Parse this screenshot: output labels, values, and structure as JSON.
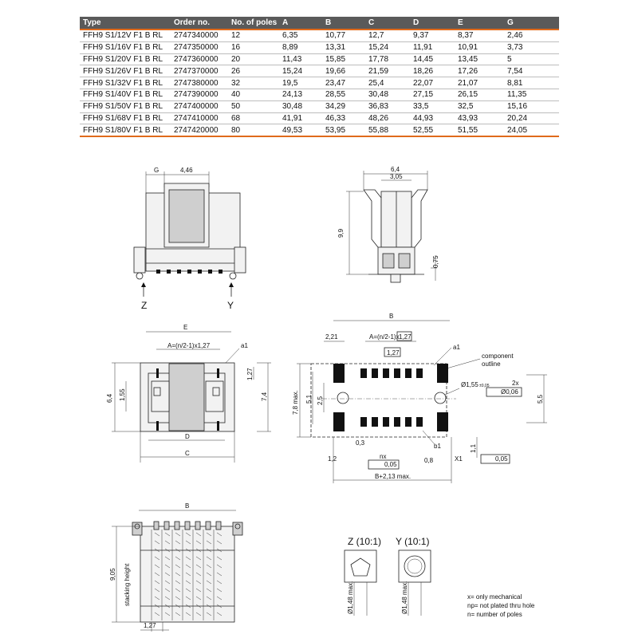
{
  "table": {
    "headers": [
      "Type",
      "Order no.",
      "No. of poles",
      "A",
      "B",
      "C",
      "D",
      "E",
      "G"
    ],
    "rows": [
      [
        "FFH9 S1/12V F1 B RL",
        "2747340000",
        "12",
        "6,35",
        "10,77",
        "12,7",
        "9,37",
        "8,37",
        "2,46"
      ],
      [
        "FFH9 S1/16V F1 B RL",
        "2747350000",
        "16",
        "8,89",
        "13,31",
        "15,24",
        "11,91",
        "10,91",
        "3,73"
      ],
      [
        "FFH9 S1/20V F1 B RL",
        "2747360000",
        "20",
        "11,43",
        "15,85",
        "17,78",
        "14,45",
        "13,45",
        "5"
      ],
      [
        "FFH9 S1/26V F1 B RL",
        "2747370000",
        "26",
        "15,24",
        "19,66",
        "21,59",
        "18,26",
        "17,26",
        "7,54"
      ],
      [
        "FFH9 S1/32V F1 B RL",
        "2747380000",
        "32",
        "19,5",
        "23,47",
        "25,4",
        "22,07",
        "21,07",
        "8,81"
      ],
      [
        "FFH9 S1/40V F1 B RL",
        "2747390000",
        "40",
        "24,13",
        "28,55",
        "30,48",
        "27,15",
        "26,15",
        "11,35"
      ],
      [
        "FFH9 S1/50V F1 B RL",
        "2747400000",
        "50",
        "30,48",
        "34,29",
        "36,83",
        "33,5",
        "32,5",
        "15,16"
      ],
      [
        "FFH9 S1/68V F1 B RL",
        "2747410000",
        "68",
        "41,91",
        "46,33",
        "48,26",
        "44,93",
        "43,93",
        "20,24"
      ],
      [
        "FFH9 S1/80V F1 B RL",
        "2747420000",
        "80",
        "49,53",
        "53,95",
        "55,88",
        "52,55",
        "51,55",
        "24,05"
      ]
    ]
  },
  "drawing": {
    "front_view": {
      "dim_g": "G",
      "dim_446": "4,46",
      "arrow_z": "Z",
      "arrow_y": "Y"
    },
    "side_view": {
      "dim_64": "6,4",
      "dim_305": "3,05",
      "dim_99": "9,9",
      "dim_075": "0,75"
    },
    "top_view": {
      "dim_e": "E",
      "dim_a_formula": "A=(n/2-1)x1,27",
      "label_a1": "a1",
      "dim_64": "6,4",
      "dim_155": "1,55",
      "dim_127": "1,27",
      "dim_74": "7,4",
      "dim_d": "D",
      "dim_c": "C"
    },
    "footprint": {
      "dim_b": "B",
      "dim_221": "2,21",
      "dim_a_formula": "A=(n/2-1)x",
      "dim_a_pitch": "1,27",
      "dim_127": "1,27",
      "label_a1": "a1",
      "label_component": "component",
      "label_outline": "outline",
      "dim_78": "7,8 max.",
      "dim_51": "5,1",
      "dim_25": "2,5",
      "dim_hole": "Ø1,55",
      "dim_hole_tol": "±0,05",
      "hole_count": "2x",
      "tol_hole": "Ø0,06",
      "dim_55": "5,5",
      "dim_03": "0,3",
      "label_b1": "b1",
      "dim_11": "1,1",
      "dim_12": "1,2",
      "nx": "nx",
      "tol_pad": "0,05",
      "dim_08": "0,8",
      "label_x1": "X1",
      "tol_pad2": "0,05",
      "dim_b_total": "B+2,13 max."
    },
    "stack_view": {
      "dim_b": "B",
      "dim_905": "9,05",
      "label_stack": "stacking height",
      "dim_127": "1,27"
    },
    "detail_z": {
      "title": "Z  (10:1)",
      "dim": "Ø1,48 max."
    },
    "detail_y": {
      "title": "Y  (10:1)",
      "dim": "Ø1,48 max."
    }
  },
  "notes": [
    "x= only mechanical",
    "np= not plated thru hole",
    "n= number of poles"
  ]
}
